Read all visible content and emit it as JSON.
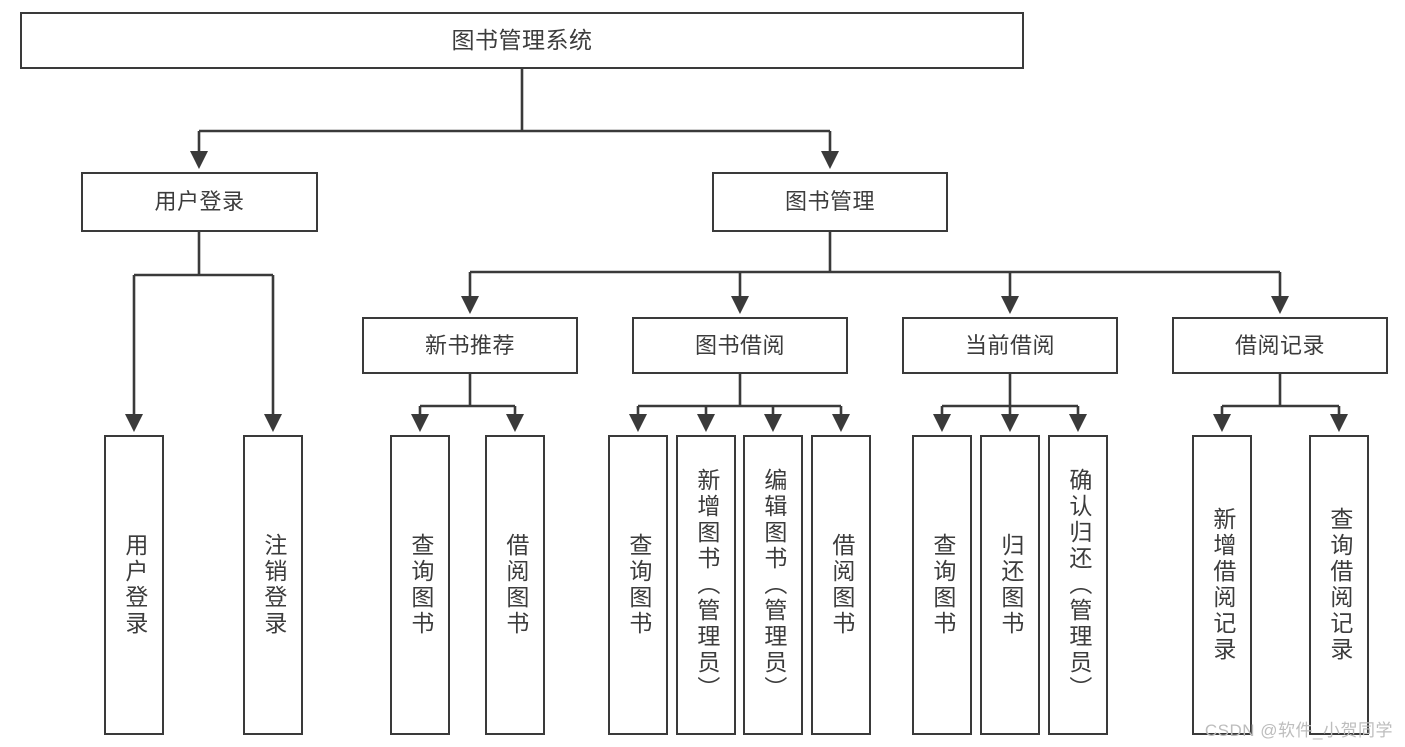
{
  "diagram": {
    "title": "图书管理系统",
    "type": "tree-structure-diagram",
    "theme": {
      "background": "#ffffff",
      "box_border": "#3a3a3a",
      "box_fill": "#ffffff",
      "text": "#3c3c3c",
      "edge": "#3a3a3a",
      "watermark": "#bdbdbd"
    },
    "root": {
      "label": "图书管理系统"
    },
    "level2": [
      {
        "label": "用户登录"
      },
      {
        "label": "图书管理"
      }
    ],
    "level3": [
      {
        "label": "新书推荐"
      },
      {
        "label": "图书借阅"
      },
      {
        "label": "当前借阅"
      },
      {
        "label": "借阅记录"
      }
    ],
    "leaves": {
      "user_login": [
        {
          "label": "用户登录"
        },
        {
          "label": "注销登录"
        }
      ],
      "new_book_recommend": [
        {
          "label": "查询图书"
        },
        {
          "label": "借阅图书"
        }
      ],
      "book_borrow": [
        {
          "label": "查询图书"
        },
        {
          "label": "新增图书（管理员）"
        },
        {
          "label": "编辑图书（管理员）"
        },
        {
          "label": "借阅图书"
        }
      ],
      "current_borrow": [
        {
          "label": "查询图书"
        },
        {
          "label": "归还图书"
        },
        {
          "label": "确认归还（管理员）"
        }
      ],
      "borrow_record": [
        {
          "label": "新增借阅记录"
        },
        {
          "label": "查询借阅记录"
        }
      ]
    }
  },
  "watermark": {
    "text": "CSDN @软件_小贺同学"
  }
}
